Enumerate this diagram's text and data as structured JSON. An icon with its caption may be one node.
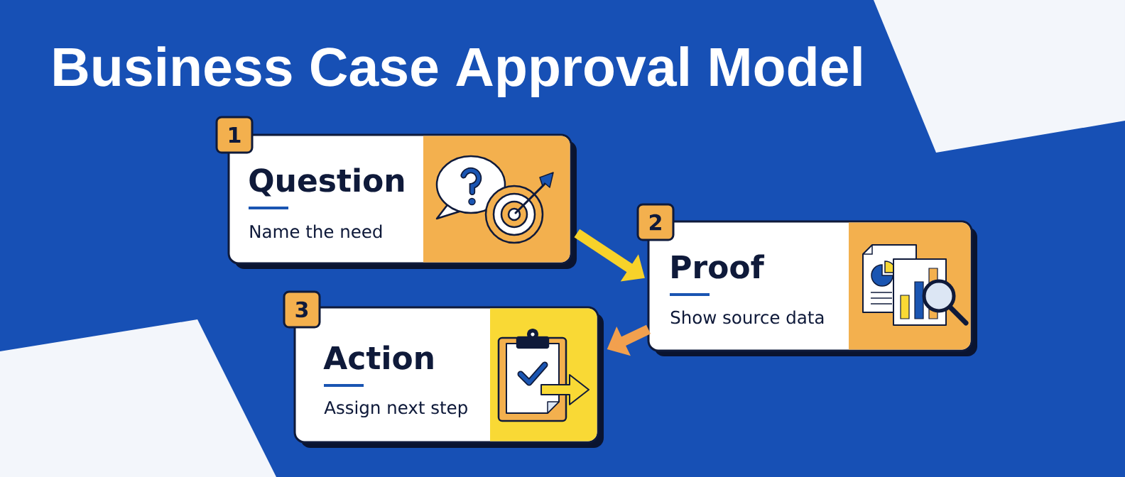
{
  "diagram": {
    "title": "Business Case Approval Model",
    "nodes": [
      {
        "text": [
          "1"
        ]
      },
      {
        "text": [
          "Question",
          "Name the need"
        ]
      },
      {
        "text": [
          "2"
        ]
      },
      {
        "text": [
          "Proof",
          "Show source data"
        ]
      },
      {
        "text": [
          "3"
        ]
      },
      {
        "text": [
          "Action",
          "Assign next step"
        ]
      }
    ],
    "edges": [
      {
        "from": 1,
        "to": 3,
        "arrow": "to",
        "color": "#f7d22a"
      },
      {
        "from": 3,
        "to": 5,
        "arrow": "to",
        "color": "#f2a04e"
      }
    ]
  }
}
